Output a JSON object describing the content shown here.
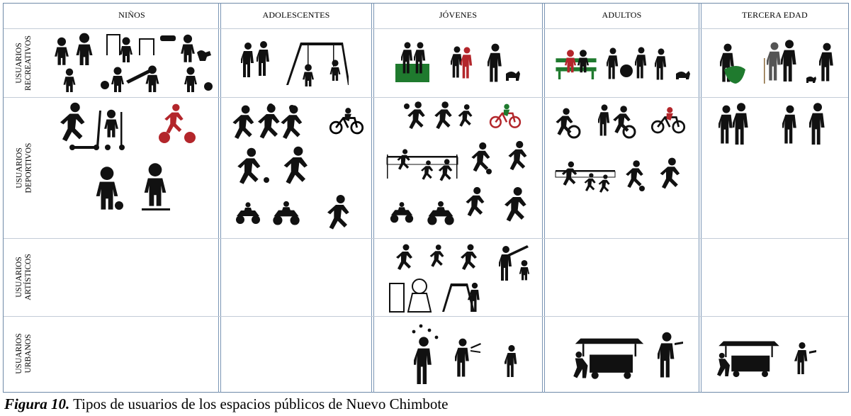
{
  "columns": [
    "NIÑOS",
    "ADOLESCENTES",
    "JÓVENES",
    "ADULTOS",
    "TERCERA EDAD"
  ],
  "rows": [
    {
      "line1": "USUARIOS",
      "line2": "RECREATIVOS"
    },
    {
      "line1": "USUARIOS",
      "line2": "DEPORTIVOS"
    },
    {
      "line1": "USUARIOS",
      "line2": "ARTÍSTICOS"
    },
    {
      "line1": "USUARIOS",
      "line2": "URBANOS"
    }
  ],
  "caption": {
    "label": "Figura 10.",
    "text": " Tipos de usuarios de los espacios públicos de Nuevo Chimbote"
  },
  "colors": {
    "grid": "#7a95b4",
    "silhouette": "#111111",
    "accent_red": "#b3262b",
    "accent_green": "#1f7a2e"
  },
  "icons": {
    "children_recreational": "children-playing-icon",
    "children_sports": "child-scooter-icon",
    "teens_recreational": "teens-swing-icon",
    "teens_sports": "teens-sports-icon",
    "young_recreational": "young-couples-icon",
    "young_sports": "young-sports-icon",
    "young_artistic": "artists-icon",
    "young_urban": "street-performer-icon",
    "adult_recreational": "adults-bench-icon",
    "adult_sports": "adult-sports-icon",
    "adult_urban": "street-vendor-cart-icon",
    "elderly_recreational": "elderly-walking-icon",
    "elderly_sports": "elderly-walkers-icon",
    "elderly_urban": "elderly-vendor-icon"
  }
}
